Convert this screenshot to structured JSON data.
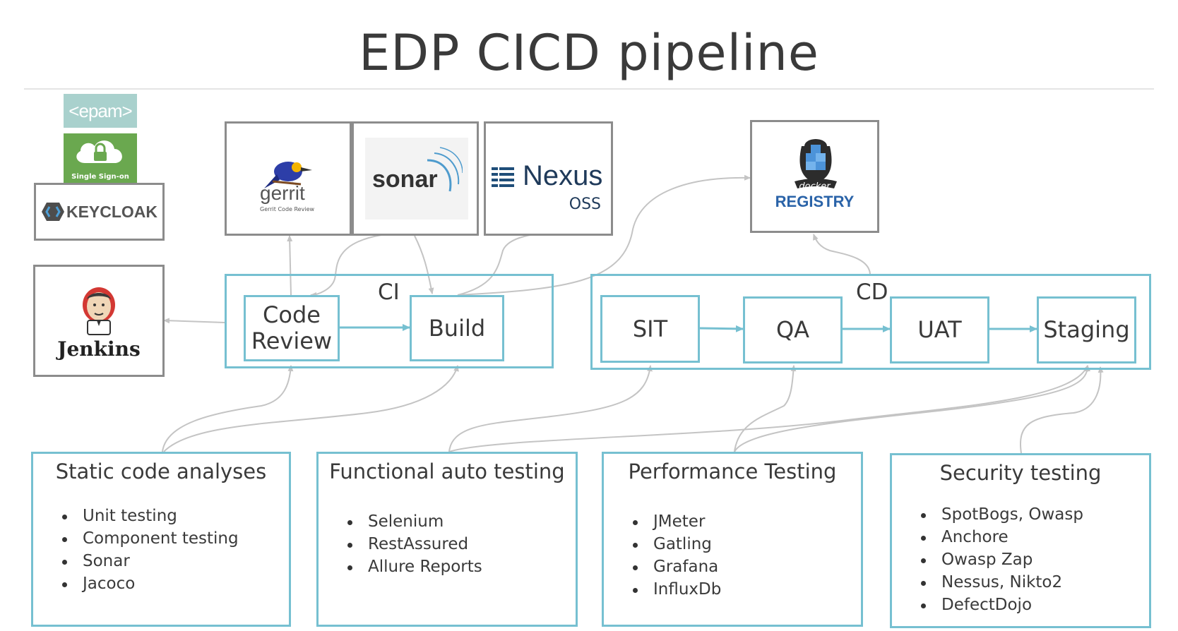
{
  "title": "EDP CICD pipeline",
  "logos": {
    "epam": "<epam>",
    "sso": "Single Sign-on",
    "keycloak": "KEYCLOAK",
    "jenkins": "Jenkins",
    "gerrit": "gerrit",
    "gerrit_sub": "Gerrit Code Review",
    "sonar": "sonar",
    "nexus": "Nexus",
    "nexus_sub": "OSS",
    "docker": "docker",
    "registry": "REGISTRY"
  },
  "ci": {
    "label": "CI",
    "stages": [
      "Code Review",
      "Build"
    ]
  },
  "cd": {
    "label": "CD",
    "stages": [
      "SIT",
      "QA",
      "UAT",
      "Staging"
    ]
  },
  "testing": [
    {
      "title": "Static code analyses",
      "items": [
        "Unit testing",
        "Component testing",
        "Sonar",
        "Jacoco"
      ]
    },
    {
      "title": "Functional auto testing",
      "items": [
        "Selenium",
        "RestAssured",
        "Allure Reports"
      ]
    },
    {
      "title": "Performance Testing",
      "items": [
        "JMeter",
        "Gatling",
        "Grafana",
        "InfluxDb"
      ]
    },
    {
      "title": "Security testing",
      "items": [
        "SpotBogs, Owasp",
        "Anchore",
        "Owasp Zap",
        "Nessus, Nikto2",
        "DefectDojo"
      ]
    }
  ],
  "colors": {
    "accent": "#76c0d1",
    "grey_border": "#8c8c8c",
    "arrow": "#c8c8c8"
  }
}
